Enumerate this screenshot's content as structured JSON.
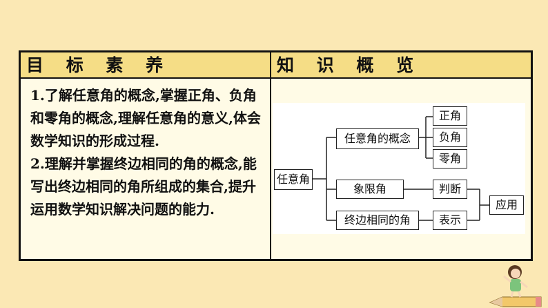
{
  "header": {
    "left": "目 标 素 养",
    "right": "知 识 概 览"
  },
  "goals": [
    "1.了解任意角的概念,掌握正角、负角和零角的概念,理解任意角的意义,体会数学知识的形成过程.",
    "2.理解并掌握终边相同的角的概念,能写出终边相同的角所组成的集合,提升运用数学知识解决问题的能力."
  ],
  "diagram": {
    "root": "任意角",
    "concept": "任意角的概念",
    "zheng": "正角",
    "fu": "负角",
    "ling": "零角",
    "quadrant": "象限角",
    "judge": "判断",
    "same": "终边相同的角",
    "express": "表示",
    "apply": "应用"
  },
  "colors": {
    "background": "#fbe8b4",
    "header": "#f5dd86",
    "cell": "#fffbe6"
  }
}
